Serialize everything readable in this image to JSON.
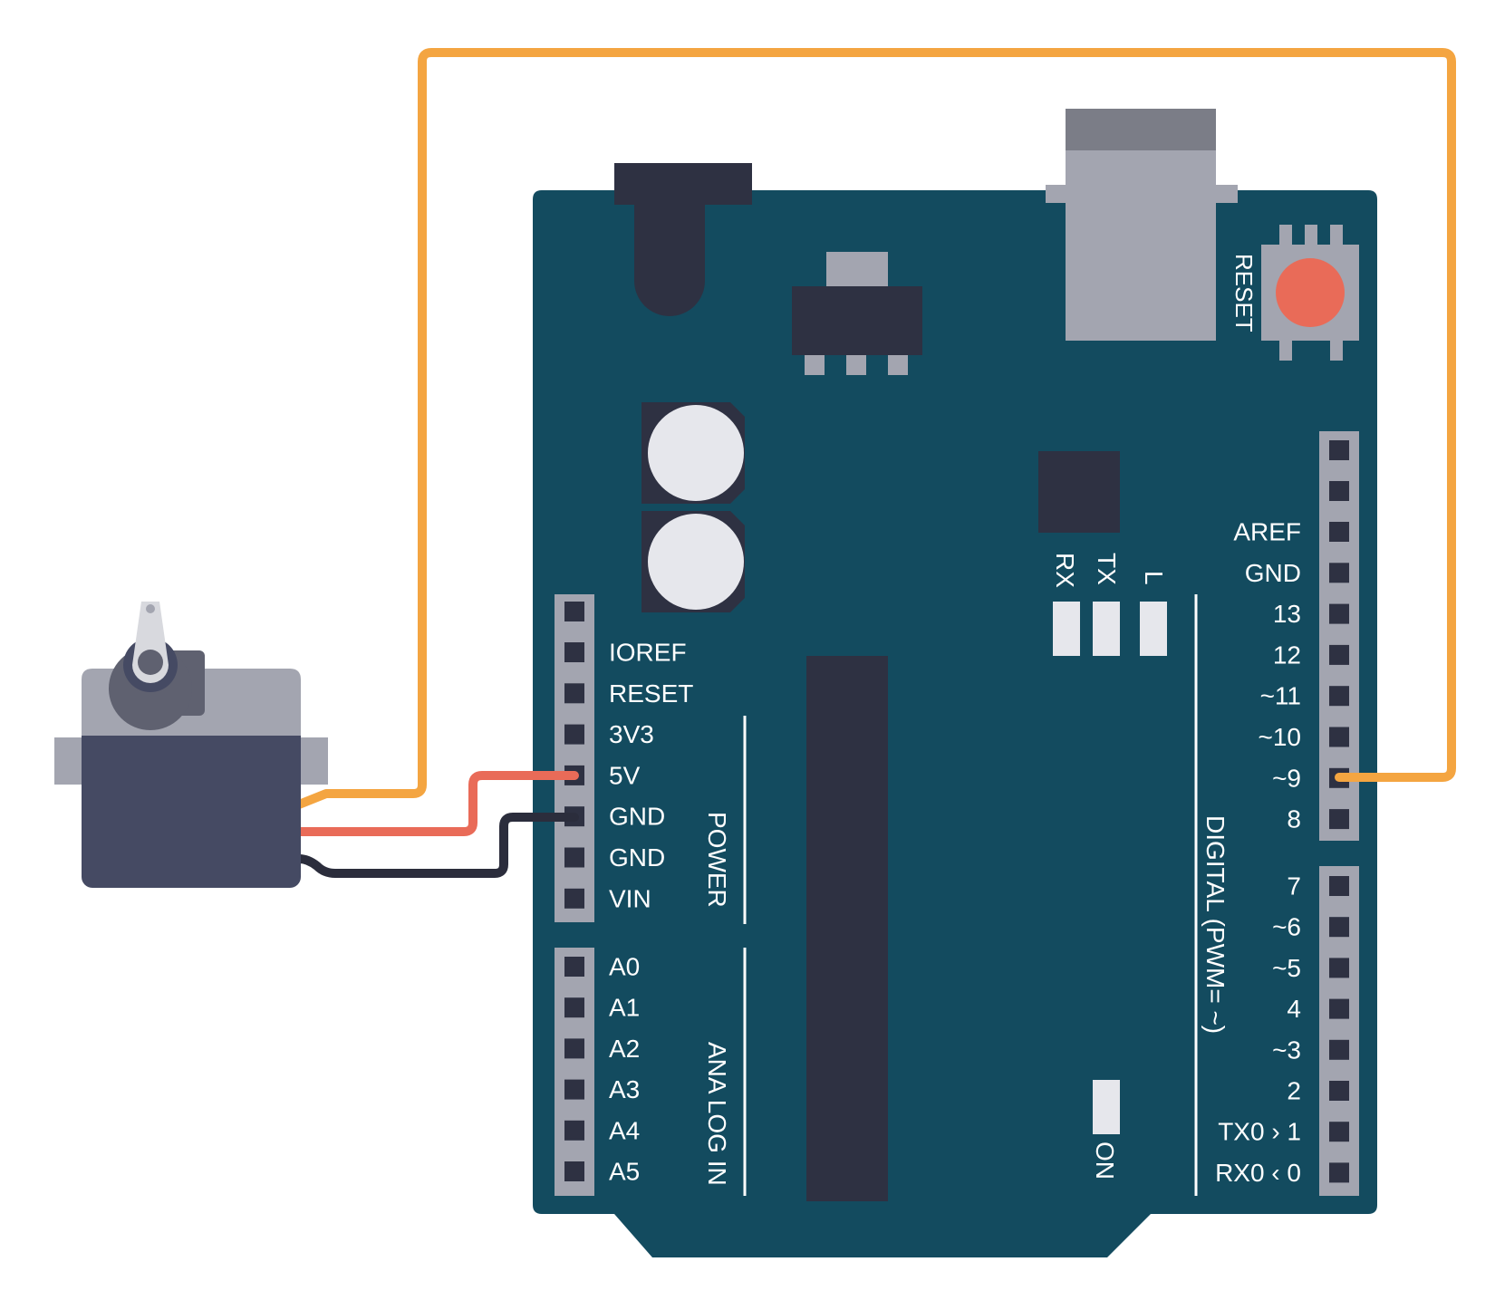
{
  "colors": {
    "board": "#134b5f",
    "component_dark": "#2e3142",
    "component_gray": "#a3a5b0",
    "component_gray_dark": "#7b7d87",
    "header": "#a3a5b0",
    "pin_hole": "#2e3142",
    "led": "#e6e7ec",
    "capacitor": "#e6e7ec",
    "reset_button": "#e96b58",
    "servo_body": "#454a63",
    "servo_top": "#a3a5b0",
    "servo_horn_base": "#5f6170",
    "servo_horn": "#d8d9de",
    "wire_signal": "#f4a541",
    "wire_power": "#e96b58",
    "wire_ground": "#2b2d3c",
    "text": "#ffffff"
  },
  "power_pins": [
    "IOREF",
    "RESET",
    "3V3",
    "5V",
    "GND",
    "GND",
    "VIN"
  ],
  "analog_pins": [
    "A0",
    "A1",
    "A2",
    "A3",
    "A4",
    "A5"
  ],
  "power_section_label": "POWER",
  "analog_section_label": "ANA LOG IN",
  "digital_pins_upper": [
    "AREF",
    "GND",
    "13",
    "12",
    "~11",
    "~10",
    "~9",
    "8"
  ],
  "digital_pins_lower": [
    "7",
    "~6",
    "~5",
    "4",
    "~3",
    "2",
    "TX0 › 1",
    "RX0 ‹ 0"
  ],
  "digital_section_label": "DIGITAL (PWM= ~)",
  "led_labels": [
    "RX",
    "TX",
    "L"
  ],
  "on_label": "ON",
  "reset_label": "RESET",
  "wiring": [
    {
      "wire": "signal",
      "from": "servo",
      "to": "~9"
    },
    {
      "wire": "power",
      "from": "servo",
      "to": "5V"
    },
    {
      "wire": "ground",
      "from": "servo",
      "to": "GND"
    }
  ]
}
